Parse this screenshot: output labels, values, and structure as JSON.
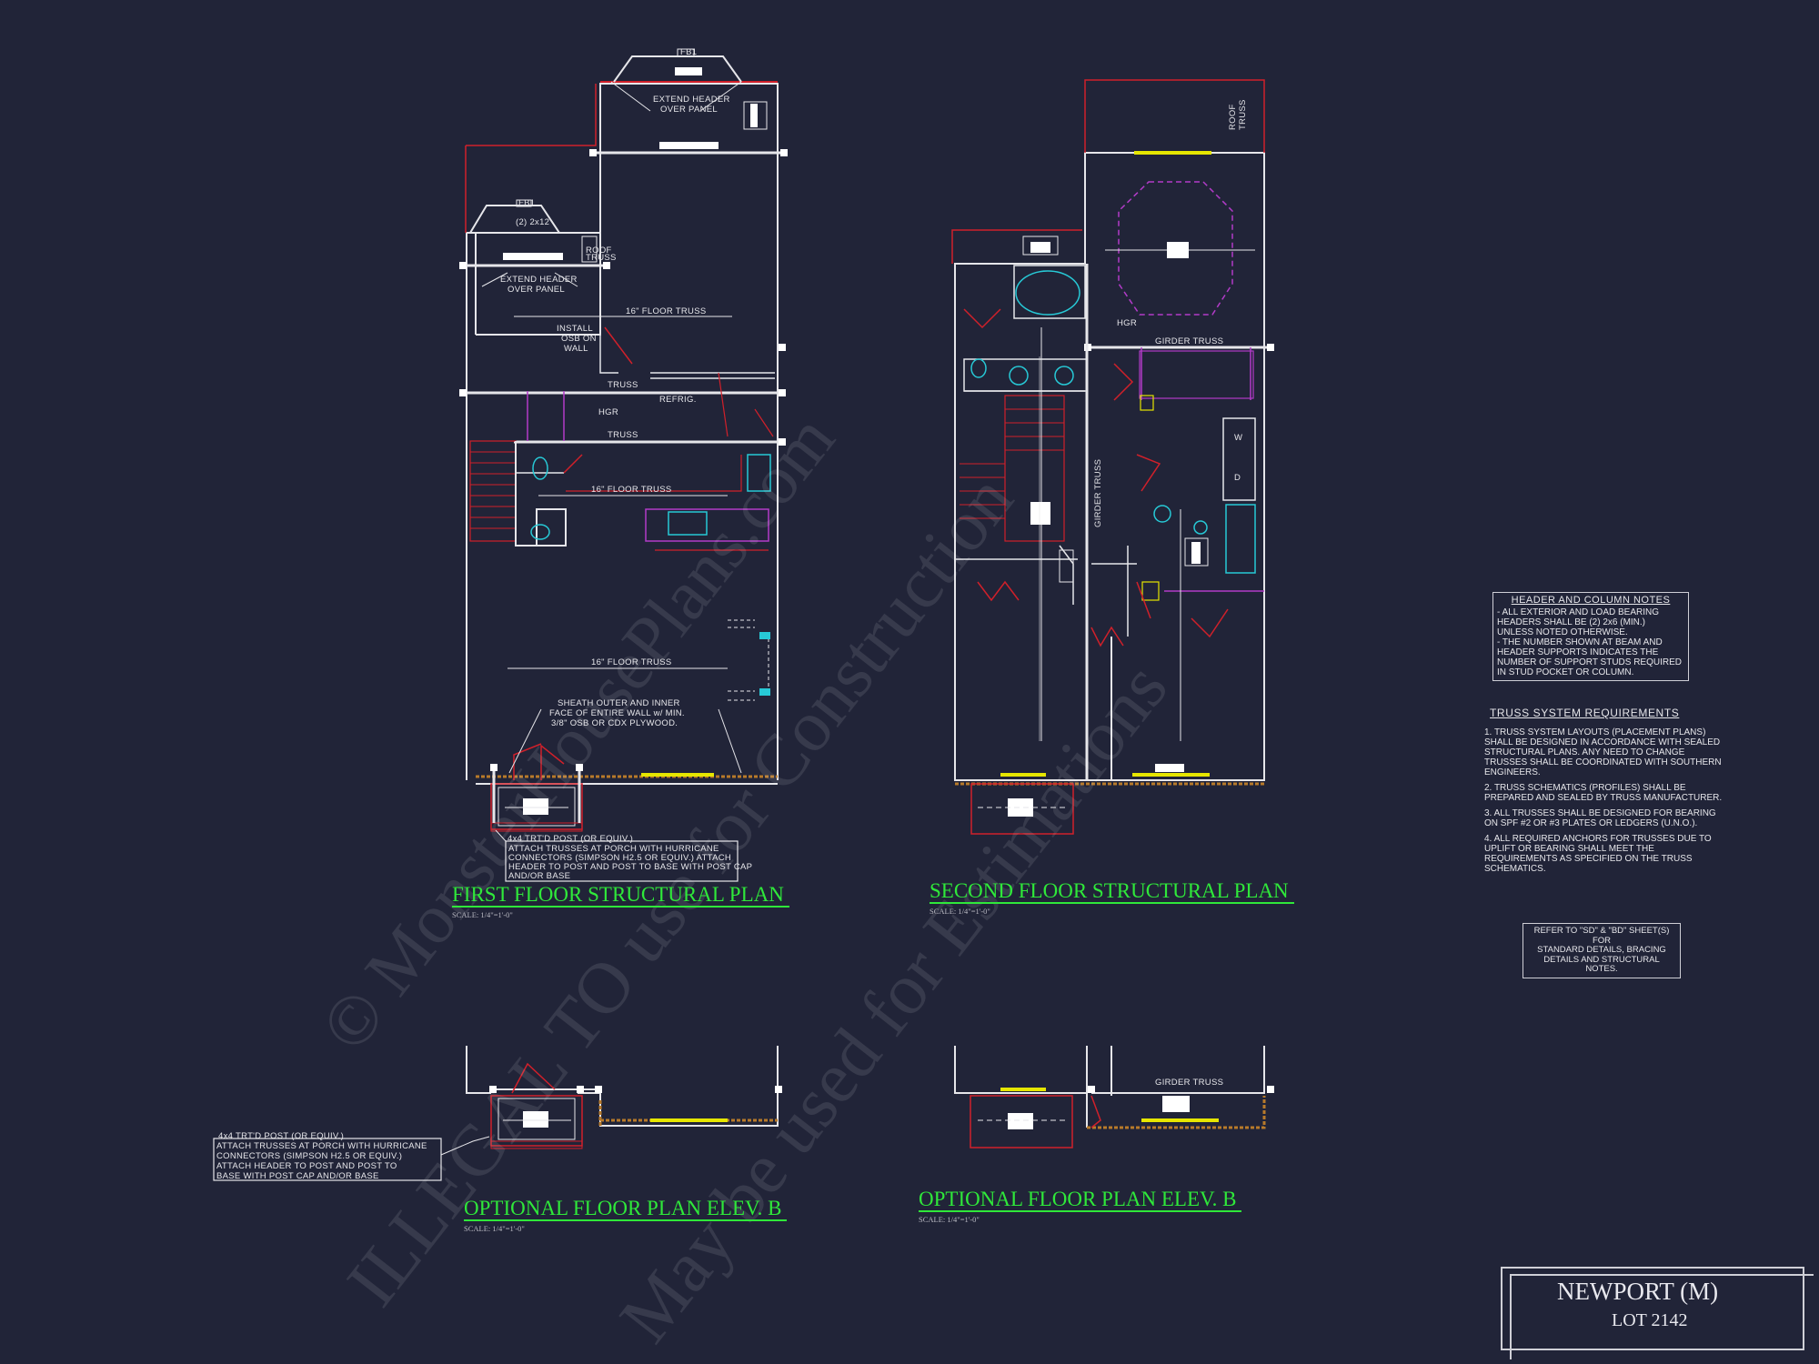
{
  "first_floor": {
    "title": "FIRST FLOOR STRUCTURAL PLAN",
    "scale": "SCALE: 1/4\"=1'-0\"",
    "labels": {
      "fb_top": "FB1",
      "extend_header_1": [
        "EXTEND HEADER",
        "OVER PANEL"
      ],
      "fb_left": "FB1",
      "two_2x12": "(2) 2x12",
      "roof_truss": [
        "ROOF",
        "TRUSS"
      ],
      "extend_header_2": [
        "EXTEND HEADER",
        "OVER PANEL"
      ],
      "floor_truss_1": "16\" FLOOR TRUSS",
      "install_osb": [
        "INSTALL",
        "OSB ON",
        "WALL"
      ],
      "truss_1": "TRUSS",
      "refrig": "REFRIG.",
      "hgr": "HGR",
      "truss_2": "TRUSS",
      "floor_truss_2": "16\" FLOOR TRUSS",
      "floor_truss_3": "16\" FLOOR TRUSS",
      "sheath": [
        "SHEATH OUTER AND INNER",
        "FACE OF ENTIRE WALL w/ MIN.",
        "3/8\" OSB OR CDX PLYWOOD."
      ]
    },
    "post_note": [
      "4x4 TRT'D POST (OR EQUIV.)",
      "ATTACH TRUSSES AT PORCH WITH HURRICANE",
      "CONNECTORS (SIMPSON H2.5 OR EQUIV.) ATTACH",
      "HEADER TO POST AND POST TO BASE WITH POST CAP",
      "AND/OR BASE"
    ]
  },
  "second_floor": {
    "title": "SECOND FLOOR STRUCTURAL PLAN",
    "scale": "SCALE: 1/4\"=1'-0\"",
    "labels": {
      "roof_truss": [
        "ROOF",
        "TRUSS"
      ],
      "hgr": "HGR",
      "girder_truss": "GIRDER TRUSS",
      "girder_truss_v": "GIRDER TRUSS",
      "w": "W",
      "d": "D"
    }
  },
  "optional_left": {
    "title": "OPTIONAL FLOOR PLAN ELEV. B",
    "scale": "SCALE: 1/4\"=1'-0\"",
    "note": [
      "4x4 TRT'D POST (OR EQUIV.)",
      "ATTACH TRUSSES AT PORCH WITH HURRICANE",
      "CONNECTORS (SIMPSON H2.5 OR EQUIV.)",
      "ATTACH HEADER TO POST AND POST TO",
      "BASE WITH POST CAP AND/OR BASE"
    ]
  },
  "optional_right": {
    "title": "OPTIONAL FLOOR PLAN ELEV. B",
    "scale": "SCALE: 1/4\"=1'-0\"",
    "girder_truss": "GIRDER TRUSS"
  },
  "header_notes": {
    "title": "HEADER AND COLUMN NOTES",
    "lines": [
      "- ALL EXTERIOR AND LOAD BEARING",
      "HEADERS SHALL BE (2) 2x6 (MIN.)",
      "UNLESS NOTED OTHERWISE.",
      "- THE NUMBER SHOWN AT BEAM AND",
      "HEADER SUPPORTS INDICATES THE",
      "NUMBER OF SUPPORT STUDS REQUIRED",
      "IN STUD POCKET OR COLUMN."
    ]
  },
  "truss_requirements": {
    "title": "TRUSS SYSTEM REQUIREMENTS",
    "items": [
      "1. TRUSS SYSTEM LAYOUTS (PLACEMENT PLANS) SHALL BE DESIGNED IN ACCORDANCE WITH SEALED STRUCTURAL PLANS. ANY NEED TO CHANGE TRUSSES SHALL BE COORDINATED WITH SOUTHERN ENGINEERS.",
      "2. TRUSS SCHEMATICS (PROFILES) SHALL BE PREPARED AND SEALED BY TRUSS MANUFACTURER.",
      "3. ALL TRUSSES SHALL BE DESIGNED FOR BEARING ON SPF #2 OR #3 PLATES OR LEDGERS (U.N.O.).",
      "4. ALL REQUIRED ANCHORS FOR TRUSSES DUE TO UPLIFT OR BEARING SHALL MEET THE REQUIREMENTS AS SPECIFIED ON THE TRUSS SCHEMATICS."
    ]
  },
  "refer_note": [
    "REFER TO \"SD\" & \"BD\" SHEET(S) FOR",
    "STANDARD DETAILS, BRACING",
    "DETAILS AND STRUCTURAL NOTES."
  ],
  "title_block": {
    "name": "NEWPORT (M)",
    "lot": "LOT 2142"
  },
  "watermark": [
    "© MonsterHousePlans.com",
    "ILLEGAL TO use for Construction",
    "May be used for Estimations"
  ],
  "colors": {
    "background": "#212438",
    "wall": "#e6e6ea",
    "beam_red": "#d0202a",
    "title_green": "#2fe83a",
    "magenta": "#b23bc8",
    "cyan": "#27c9d6",
    "header_yellow": "#e6e600"
  }
}
